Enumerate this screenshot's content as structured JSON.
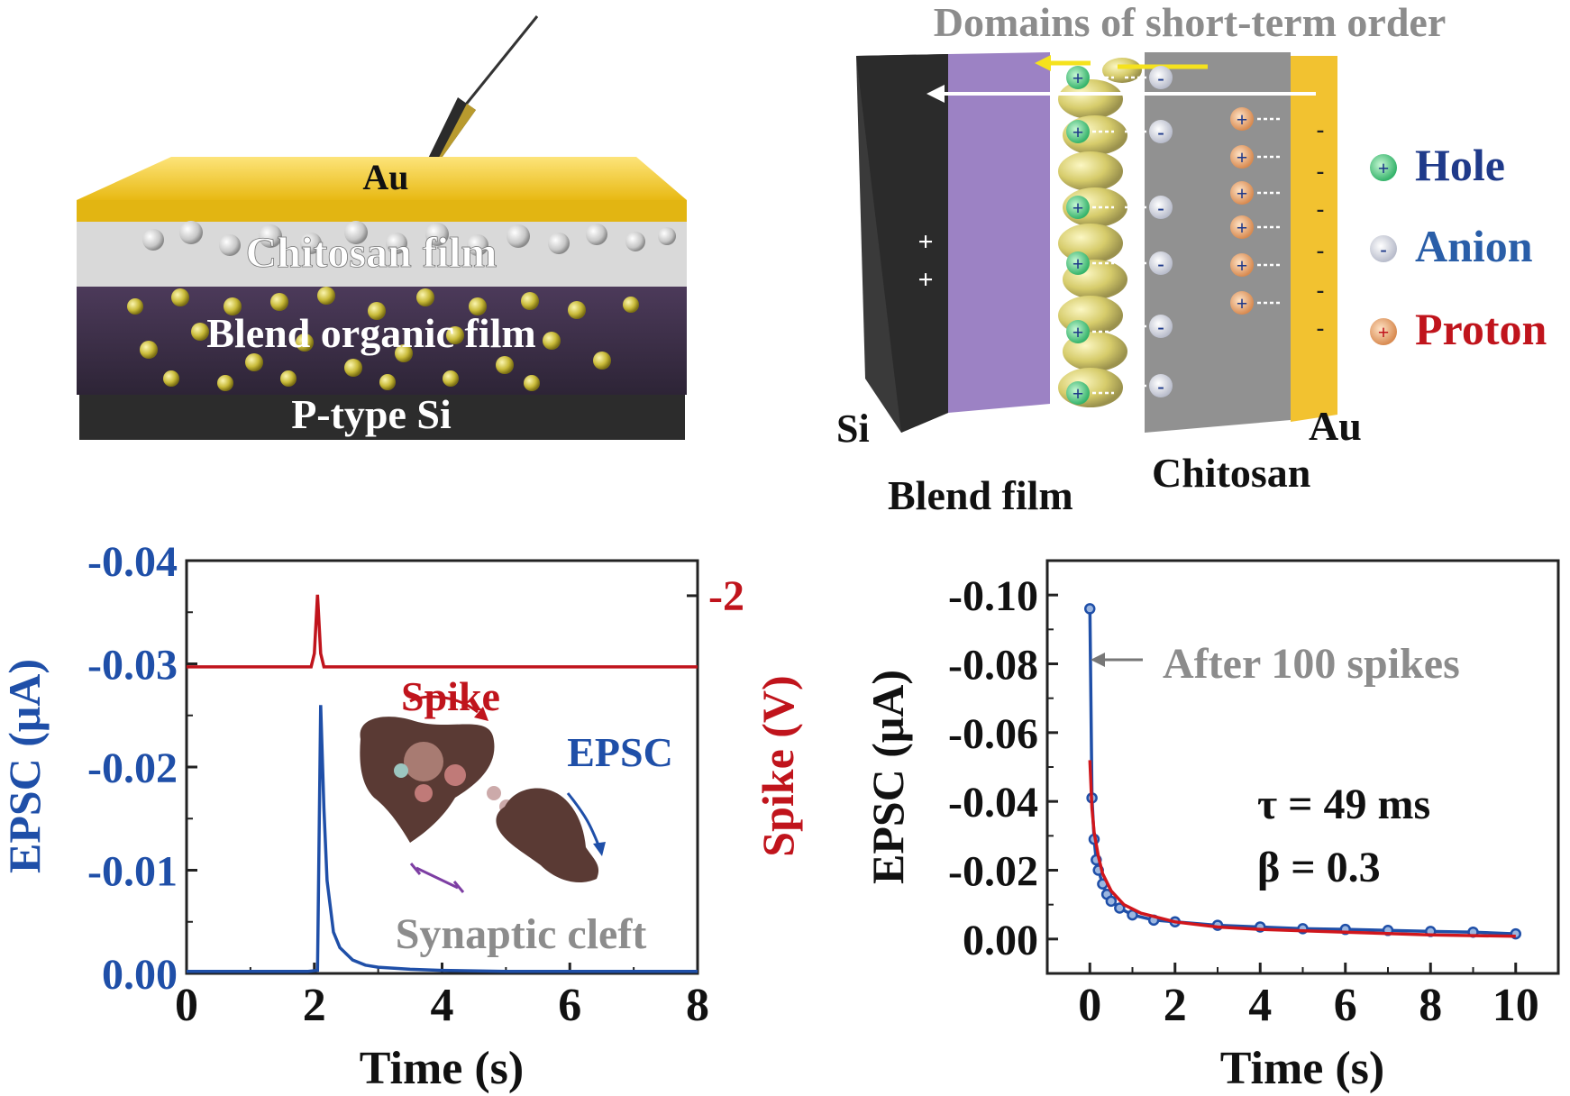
{
  "panel_a": {
    "au_label": "Au",
    "chitosan_label": "Chitosan film",
    "blend_label": "Blend organic film",
    "si_label": "P-type Si"
  },
  "panel_b": {
    "title": "Domains of short-term order",
    "si_label": "Si",
    "blend_label": "Blend film",
    "chitosan_label": "Chitosan",
    "au_label": "Au",
    "legend": [
      {
        "symbol": "+",
        "label": "Hole",
        "color": "#1f3a8a",
        "dot": "#2ecc71"
      },
      {
        "symbol": "-",
        "label": "Anion",
        "color": "#2a5ea8",
        "dot": "#e8e8f0"
      },
      {
        "symbol": "+",
        "label": "Proton",
        "color": "#c0141c",
        "dot": "#e0a060"
      }
    ]
  },
  "chart_data": [
    {
      "type": "line",
      "xlabel": "Time (s)",
      "ylabel": "EPSC (μA)",
      "y2label": "Spike (V)",
      "xlim": [
        0,
        8
      ],
      "ylim": [
        0.0,
        -0.04
      ],
      "xticks": [
        "0",
        "2",
        "4",
        "6",
        "8"
      ],
      "yticks": [
        "0.00",
        "-0.01",
        "-0.02",
        "-0.03",
        "-0.04"
      ],
      "y2ticks": [
        "-2"
      ],
      "series": [
        {
          "name": "EPSC",
          "color": "#1f4fa8",
          "x": [
            0,
            1.9,
            2.05,
            2.1,
            2.15,
            2.2,
            2.3,
            2.4,
            2.6,
            2.8,
            3.0,
            3.5,
            4.0,
            5.0,
            6.0,
            8.0
          ],
          "y": [
            -0.0002,
            -0.0002,
            -0.0003,
            -0.026,
            -0.016,
            -0.009,
            -0.004,
            -0.0025,
            -0.0013,
            -0.0008,
            -0.0006,
            -0.0004,
            -0.0003,
            -0.0002,
            -0.0002,
            -0.0002
          ]
        },
        {
          "name": "Spike",
          "color": "#c0141c",
          "x": [
            0,
            1.95,
            2.0,
            2.05,
            2.1,
            2.15,
            8.0
          ],
          "y": [
            -0.0297,
            -0.0297,
            -0.031,
            -0.0367,
            -0.031,
            -0.0297,
            -0.0297
          ]
        }
      ],
      "annotations": [
        "Spike",
        "EPSC",
        "Synaptic cleft"
      ]
    },
    {
      "type": "scatter",
      "xlabel": "Time (s)",
      "ylabel": "EPSC (μA)",
      "xlim": [
        -1,
        11
      ],
      "ylim": [
        0.01,
        -0.11
      ],
      "xticks": [
        "0",
        "2",
        "4",
        "6",
        "8",
        "10"
      ],
      "yticks": [
        "0.00",
        "-0.02",
        "-0.04",
        "-0.06",
        "-0.08",
        "-0.10"
      ],
      "series": [
        {
          "name": "data",
          "color": "#1f4fa8",
          "x": [
            0.0,
            0.05,
            0.1,
            0.15,
            0.2,
            0.3,
            0.4,
            0.5,
            0.7,
            1.0,
            1.5,
            2.0,
            3.0,
            4.0,
            5.0,
            6.0,
            7.0,
            8.0,
            9.0,
            10.0
          ],
          "y": [
            -0.096,
            -0.041,
            -0.029,
            -0.023,
            -0.02,
            -0.016,
            -0.013,
            -0.011,
            -0.009,
            -0.007,
            -0.0055,
            -0.005,
            -0.004,
            -0.0035,
            -0.003,
            -0.0028,
            -0.0025,
            -0.0022,
            -0.002,
            -0.0015
          ]
        },
        {
          "name": "fit",
          "color": "#d0161c",
          "x": [
            0.0,
            0.05,
            0.1,
            0.2,
            0.3,
            0.5,
            0.8,
            1.2,
            2.0,
            3.0,
            4.0,
            6.0,
            8.0,
            10.0
          ],
          "y": [
            -0.052,
            -0.038,
            -0.031,
            -0.024,
            -0.019,
            -0.014,
            -0.01,
            -0.0075,
            -0.005,
            -0.0035,
            -0.0028,
            -0.002,
            -0.0012,
            -0.0008
          ]
        }
      ],
      "annotations": [
        "After 100 spikes",
        "τ = 49 ms",
        "β = 0.3"
      ]
    }
  ]
}
